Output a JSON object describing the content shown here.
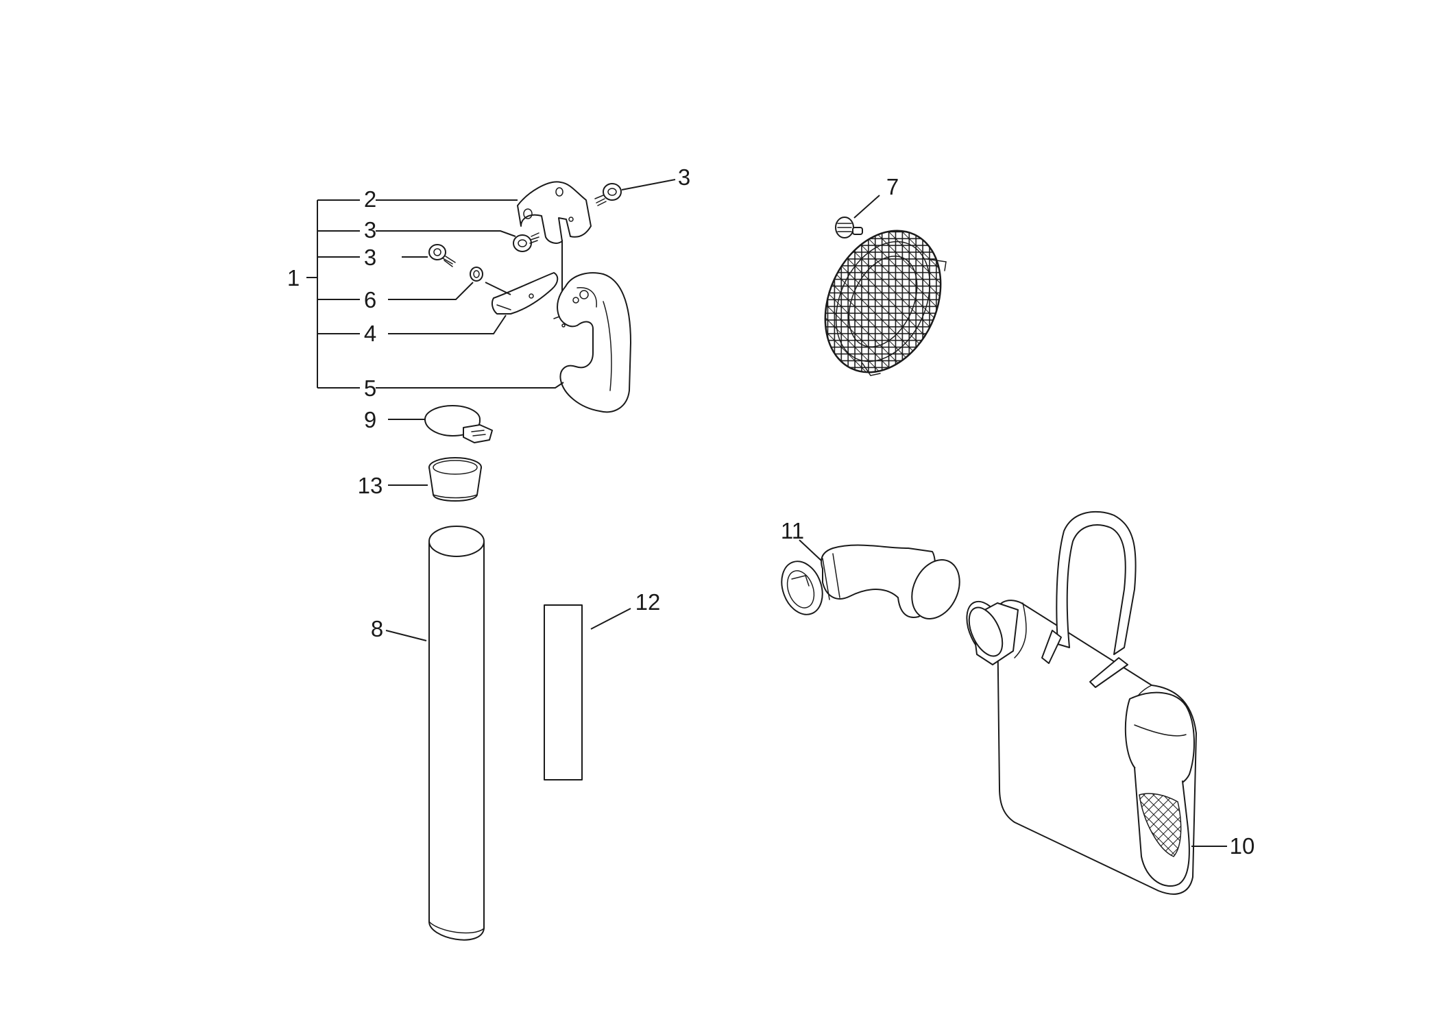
{
  "diagram": {
    "callouts": [
      {
        "id": "1",
        "label": "1"
      },
      {
        "id": "2",
        "label": "2"
      },
      {
        "id": "3a",
        "label": "3"
      },
      {
        "id": "3b",
        "label": "3"
      },
      {
        "id": "3c",
        "label": "3"
      },
      {
        "id": "6",
        "label": "6"
      },
      {
        "id": "4",
        "label": "4"
      },
      {
        "id": "5",
        "label": "5"
      },
      {
        "id": "9",
        "label": "9"
      },
      {
        "id": "13",
        "label": "13"
      },
      {
        "id": "7",
        "label": "7"
      },
      {
        "id": "11",
        "label": "11"
      },
      {
        "id": "12",
        "label": "12"
      },
      {
        "id": "8",
        "label": "8"
      },
      {
        "id": "10",
        "label": "10"
      }
    ]
  }
}
